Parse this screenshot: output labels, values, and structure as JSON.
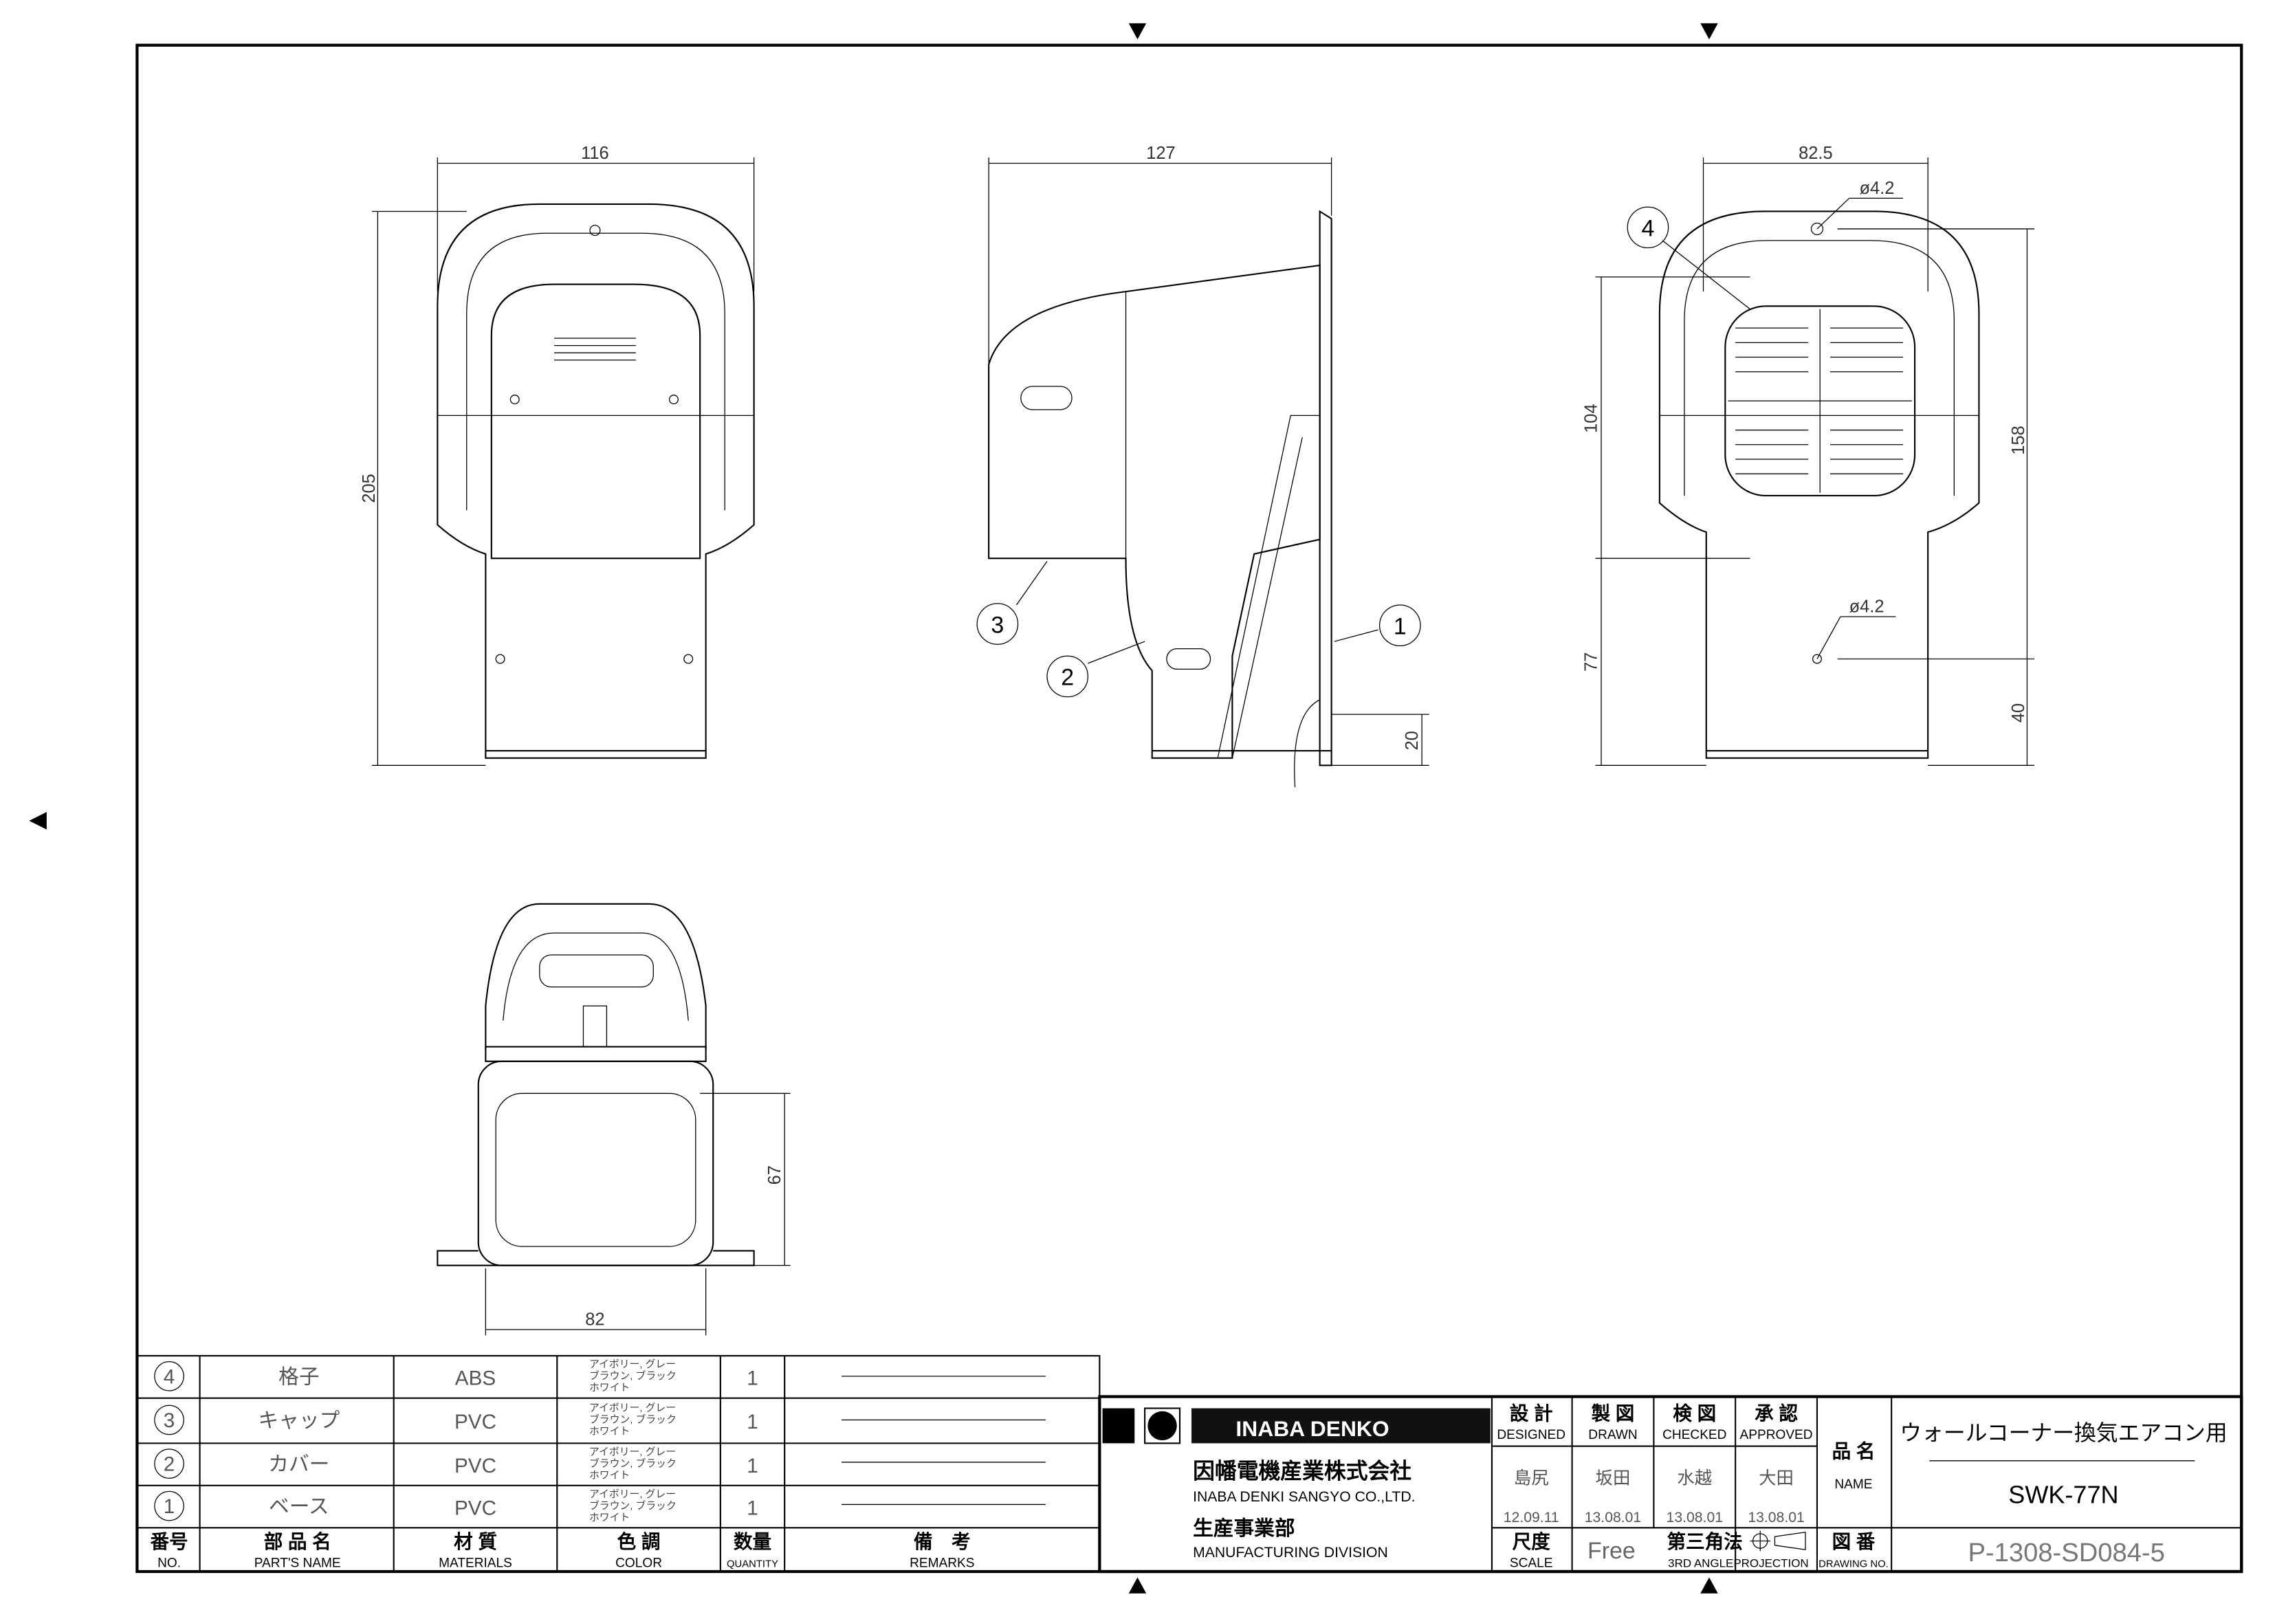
{
  "dimensions": {
    "front_width": "116",
    "front_height": "205",
    "side_depth": "127",
    "side_flange": "20",
    "back_width": "82.5",
    "back_hole_top": "ø4.2",
    "back_hole_bottom": "ø4.2",
    "back_h1": "104",
    "back_h2": "77",
    "back_h3": "158",
    "back_h4": "40",
    "bottom_height": "67",
    "bottom_width": "82"
  },
  "balloons": [
    "1",
    "2",
    "3",
    "4"
  ],
  "parts_table": {
    "rows": [
      {
        "no": "4",
        "name": "格子",
        "material": "ABS",
        "color": [
          "アイボリー, グレー",
          "ブラウン, ブラック",
          "ホワイト"
        ],
        "quantity": "1"
      },
      {
        "no": "3",
        "name": "キャップ",
        "material": "PVC",
        "color": [
          "アイボリー, グレー",
          "ブラウン, ブラック",
          "ホワイト"
        ],
        "quantity": "1"
      },
      {
        "no": "2",
        "name": "カバー",
        "material": "PVC",
        "color": [
          "アイボリー, グレー",
          "ブラウン, ブラック",
          "ホワイト"
        ],
        "quantity": "1"
      },
      {
        "no": "1",
        "name": "ベース",
        "material": "PVC",
        "color": [
          "アイボリー, グレー",
          "ブラウン, ブラック",
          "ホワイト"
        ],
        "quantity": "1"
      }
    ],
    "headers": [
      {
        "jp": "番号",
        "en": "NO."
      },
      {
        "jp": "部 品 名",
        "en": "PART'S NAME"
      },
      {
        "jp": "材 質",
        "en": "MATERIALS"
      },
      {
        "jp": "色 調",
        "en": "COLOR"
      },
      {
        "jp": "数量",
        "en": "QUANTITY"
      },
      {
        "jp": "備　考",
        "en": "REMARKS"
      }
    ]
  },
  "title_block": {
    "logo_text": "INABA DENKO",
    "company_jp": "因幡電機産業株式会社",
    "company_en": "INABA DENKI SANGYO CO.,LTD.",
    "division_jp": "生産事業部",
    "division_en": "MANUFACTURING DIVISION",
    "roles": [
      {
        "jp": "設 計",
        "en": "DESIGNED",
        "name": "島尻",
        "date": "12.09.11"
      },
      {
        "jp": "製 図",
        "en": "DRAWN",
        "name": "坂田",
        "date": "13.08.01"
      },
      {
        "jp": "検 図",
        "en": "CHECKED",
        "name": "水越",
        "date": "13.08.01"
      },
      {
        "jp": "承 認",
        "en": "APPROVED",
        "name": "大田",
        "date": "13.08.01"
      }
    ],
    "name_label_jp": "品 名",
    "name_label_en": "NAME",
    "product_name": "ウォールコーナー換気エアコン用",
    "product_code": "SWK-77N",
    "scale_label_jp": "尺度",
    "scale_label_en": "SCALE",
    "scale_value": "Free",
    "projection_jp": "第三角法",
    "projection_en": "3RD ANGLEPROJECTION",
    "drawing_no_label_jp": "図 番",
    "drawing_no_label_en": "DRAWING NO.",
    "drawing_no": "P-1308-SD084-5"
  }
}
